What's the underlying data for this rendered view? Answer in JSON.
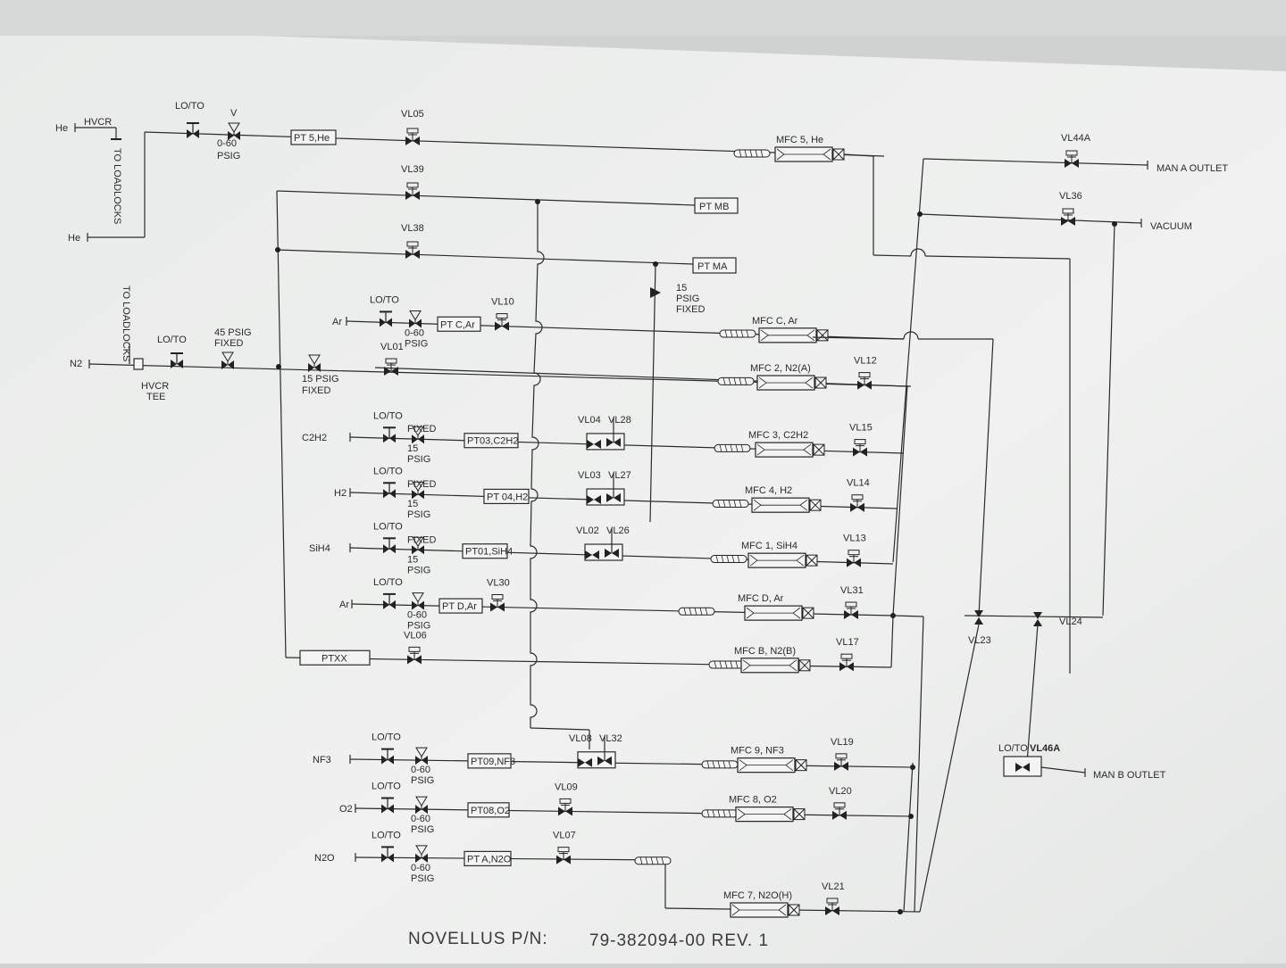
{
  "footer": {
    "part_number_label": "NOVELLUS P/N:",
    "part_number": "79-382094-00 REV. 1"
  },
  "top_section": {
    "he_inlet": "He",
    "he_inlet2": "He",
    "hvcr": "HVCR",
    "to_loadlocks": "TO LOADLOCKS",
    "lo_to": "LO/TO",
    "reg": "0-60",
    "psig": "PSIG",
    "pt": "PT 5,He",
    "vl05": "VL05",
    "mfc5": "MFC 5, He",
    "vl39": "VL39",
    "pt_mb": "PT MB",
    "vl38": "VL38",
    "pt_ma": "PT MA",
    "psig15": "15",
    "psig15b": "PSIG",
    "fixed": "FIXED"
  },
  "outlets": {
    "vl44a": "VL44A",
    "man_a_outlet": "MAN A OUTLET",
    "vl36": "VL36",
    "vacuum": "VACUUM",
    "vl23": "VL23",
    "vl24": "VL24",
    "lo_to_46": "LO/TO",
    "vl46a": "VL46A",
    "man_b_outlet": "MAN B OUTLET"
  },
  "n2_section": {
    "to_loadlocks": "TO LOADLOCKS",
    "n2": "N2",
    "hvcr": "HVCR",
    "tee": "TEE",
    "lo_to": "LO/TO",
    "psig45": "45 PSIG",
    "fixed45": "FIXED",
    "psig15": "15 PSIG",
    "fixed15": "FIXED"
  },
  "lines": [
    {
      "gas": "Ar",
      "valve1": "LO/TO",
      "reg": "0-60",
      "psig": "PSIG",
      "pt": "PT C,Ar",
      "vl": "VL10",
      "mfc": "MFC C, Ar",
      "vlout": ""
    },
    {
      "gas": "",
      "valve1": "",
      "reg": "",
      "psig": "",
      "pt": "",
      "vl": "VL01",
      "mfc": "MFC 2, N2(A)",
      "vlout": "VL12"
    },
    {
      "gas": "C2H2",
      "valve1": "LO/TO",
      "reg": "15",
      "psig": "PSIG",
      "fixed": "FIXED",
      "pt": "PT03,C2H2",
      "vl": "VL04",
      "vl2": "VL28",
      "mfc": "MFC 3, C2H2",
      "vlout": "VL15"
    },
    {
      "gas": "H2",
      "valve1": "LO/TO",
      "reg": "15",
      "psig": "PSIG",
      "fixed": "FIXED",
      "pt": "PT 04,H2",
      "vl": "VL03",
      "vl2": "VL27",
      "mfc": "MFC 4, H2",
      "vlout": "VL14"
    },
    {
      "gas": "SiH4",
      "valve1": "LO/TO",
      "reg": "15",
      "psig": "PSIG",
      "fixed": "FIXED",
      "pt": "PT01,SiH4",
      "vl": "VL02",
      "vl2": "VL26",
      "mfc": "MFC 1, SiH4",
      "vlout": "VL13"
    },
    {
      "gas": "Ar",
      "valve1": "LO/TO",
      "reg": "0-60",
      "psig": "PSIG",
      "pt": "PT D,Ar",
      "vl": "VL30",
      "mfc": "MFC D, Ar",
      "vlout": "VL31"
    },
    {
      "gas": "",
      "valve1": "",
      "pt": "PTXX",
      "vl": "VL06",
      "mfc": "MFC B, N2(B)",
      "vlout": "VL17"
    },
    {
      "gas": "NF3",
      "valve1": "LO/TO",
      "reg": "0-60",
      "psig": "PSIG",
      "pt": "PT09,NF3",
      "vl": "VL08",
      "vl2": "VL32",
      "mfc": "MFC 9, NF3",
      "vlout": "VL19"
    },
    {
      "gas": "O2",
      "valve1": "LO/TO",
      "reg": "0-60",
      "psig": "PSIG",
      "pt": "PT08,O2",
      "vl": "VL09",
      "mfc": "MFC 8, O2",
      "vlout": "VL20"
    },
    {
      "gas": "N2O",
      "valve1": "LO/TO",
      "reg": "0-60",
      "psig": "PSIG",
      "pt": "PT A,N2O",
      "vl": "VL07",
      "mfc": "MFC 7, N2O(H)",
      "vlout": "VL21"
    }
  ]
}
